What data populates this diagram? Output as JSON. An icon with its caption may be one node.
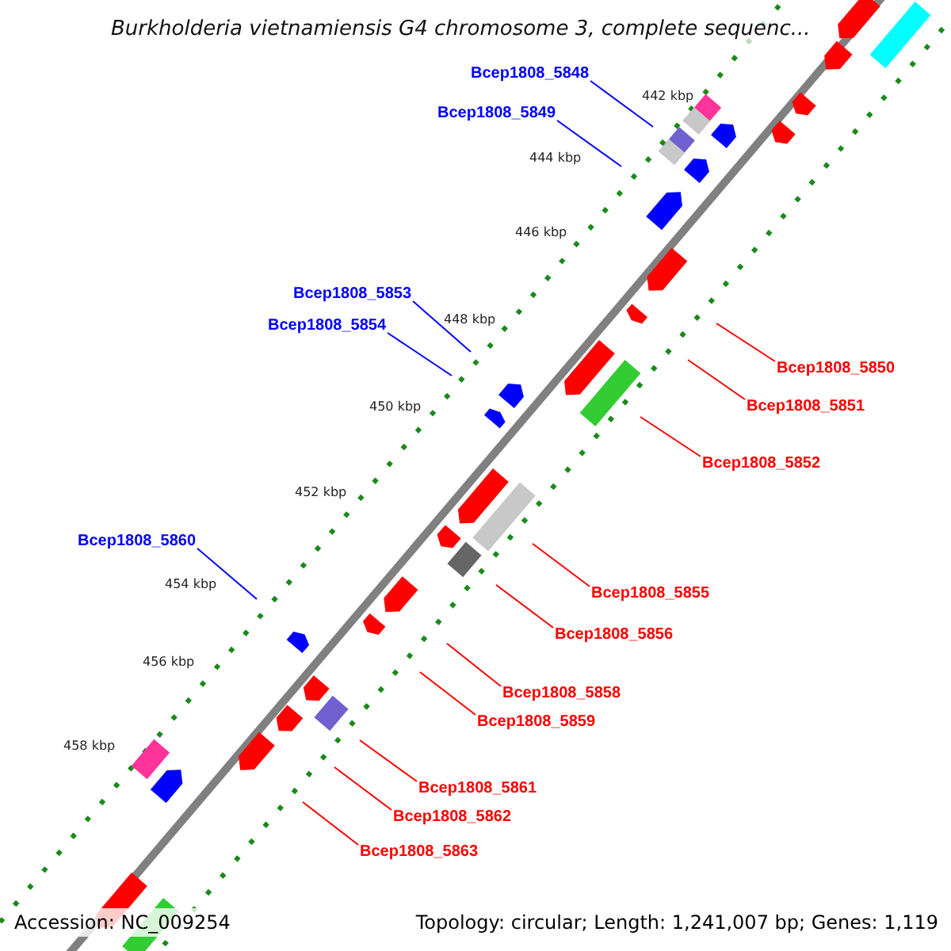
{
  "diagram": {
    "title": "Burkholderia vietnamiensis G4 chromosome 3, complete sequenc...",
    "nodes": [
      {
        "text": [
          "Bcep1808_5848"
        ]
      },
      {
        "text": [
          "Bcep1808_5849"
        ]
      },
      {
        "text": [
          "Bcep1808_5853"
        ]
      },
      {
        "text": [
          "Bcep1808_5854"
        ]
      },
      {
        "text": [
          "Bcep1808_5850"
        ]
      },
      {
        "text": [
          "Bcep1808_5851"
        ]
      },
      {
        "text": [
          "Bcep1808_5852"
        ]
      },
      {
        "text": [
          "Bcep1808_5860"
        ]
      },
      {
        "text": [
          "Bcep1808_5855"
        ]
      },
      {
        "text": [
          "Bcep1808_5856"
        ]
      },
      {
        "text": [
          "Bcep1808_5858"
        ]
      },
      {
        "text": [
          "Bcep1808_5859"
        ]
      },
      {
        "text": [
          "Bcep1808_5861"
        ]
      },
      {
        "text": [
          "Bcep1808_5862"
        ]
      },
      {
        "text": [
          "Bcep1808_5863"
        ]
      }
    ],
    "edges": [
      {
        "from": 0,
        "to": null,
        "arrow": "none",
        "color": "#0000ff"
      },
      {
        "from": 1,
        "to": null,
        "arrow": "none",
        "color": "#0000ff"
      },
      {
        "from": 2,
        "to": null,
        "arrow": "none",
        "color": "#0000ff"
      },
      {
        "from": 3,
        "to": null,
        "arrow": "none",
        "color": "#0000ff"
      },
      {
        "from": 4,
        "to": null,
        "arrow": "none"
      },
      {
        "from": 5,
        "to": null,
        "arrow": "none"
      },
      {
        "from": 6,
        "to": null,
        "arrow": "none"
      },
      {
        "from": 7,
        "to": null,
        "arrow": "none",
        "color": "#0000ff"
      },
      {
        "from": 8,
        "to": null,
        "arrow": "none"
      },
      {
        "from": 9,
        "to": null,
        "arrow": "none"
      },
      {
        "from": 10,
        "to": null,
        "arrow": "none"
      },
      {
        "from": 11,
        "to": null,
        "arrow": "none"
      },
      {
        "from": 12,
        "to": null,
        "arrow": "none"
      },
      {
        "from": 13,
        "to": null,
        "arrow": "none"
      },
      {
        "from": 14,
        "to": null,
        "arrow": "none"
      }
    ],
    "labels": [
      "442 kbp",
      "444 kbp",
      "446 kbp",
      "448 kbp",
      "450 kbp",
      "452 kbp",
      "454 kbp",
      "456 kbp",
      "458 kbp",
      "Accession: NC_009254",
      "Topology: circular; Length: 1,241,007 bp; Genes: 1,119"
    ]
  }
}
